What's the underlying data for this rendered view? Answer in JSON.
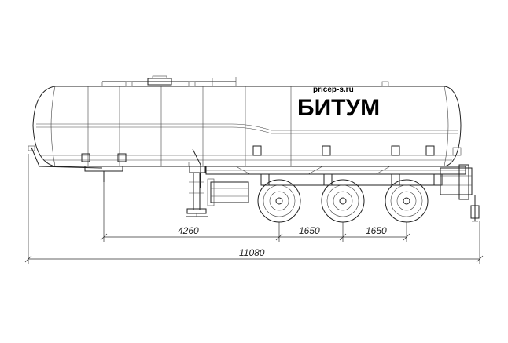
{
  "labels": {
    "website": "pricep-s.ru",
    "cargo": "БИТУМ"
  },
  "dimensions": {
    "front_overhang": "4260",
    "axle_spacing_1": "1650",
    "axle_spacing_2": "1650",
    "overall_length": "11080"
  },
  "colors": {
    "line": "#222222",
    "background": "#ffffff"
  }
}
